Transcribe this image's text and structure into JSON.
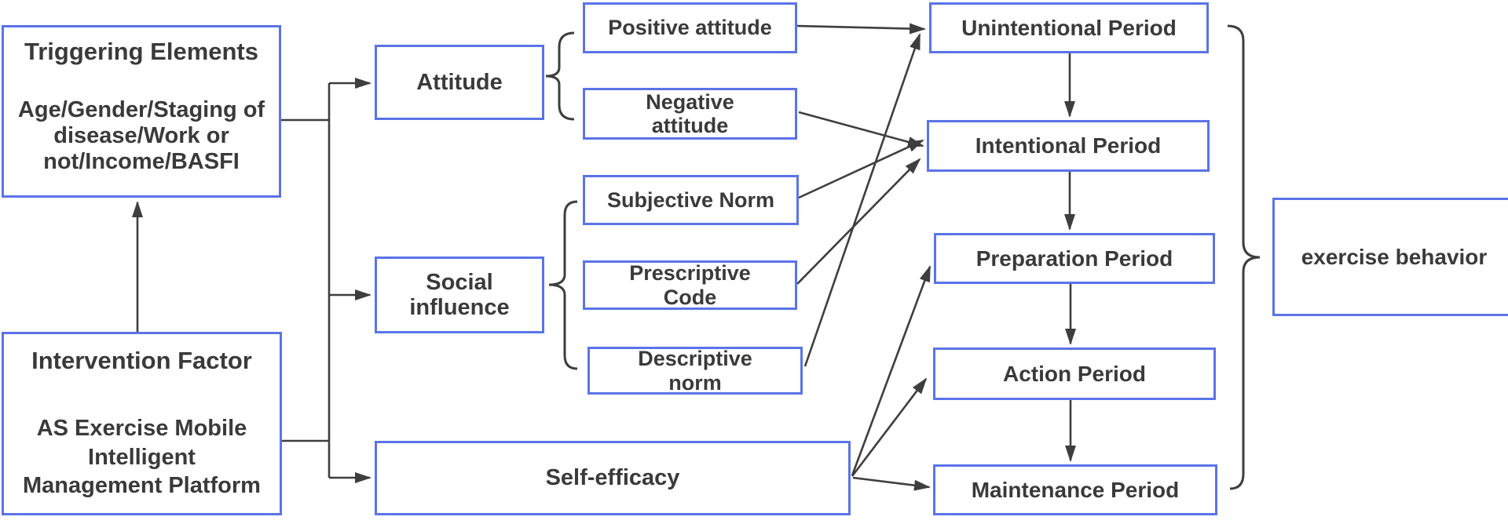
{
  "diagram": {
    "colors": {
      "box_border": "#5b73e8",
      "line": "#3e3e3e",
      "text": "#3a3a3a",
      "background": "#ffffff"
    },
    "triggering": {
      "title": "Triggering Elements",
      "body": [
        "Age/Gender/Staging of",
        "disease/Work or",
        "not/Income/BASFI"
      ]
    },
    "intervention": {
      "title": "Intervention Factor",
      "body": [
        "AS Exercise Mobile",
        "Intelligent",
        "Management Platform"
      ]
    },
    "mediators": {
      "attitude": "Attitude",
      "social_influence": [
        "Social",
        "influence"
      ],
      "self_efficacy": "Self-efficacy"
    },
    "attitude_components": {
      "positive": "Positive attitude",
      "negative": [
        "Negative",
        "attitude"
      ]
    },
    "social_components": {
      "subjective": "Subjective Norm",
      "prescriptive": [
        "Prescriptive",
        "Code"
      ],
      "descriptive": [
        "Descriptive",
        "norm"
      ]
    },
    "stages": {
      "unintentional": "Unintentional Period",
      "intentional": "Intentional Period",
      "preparation": "Preparation Period",
      "action": "Action Period",
      "maintenance": "Maintenance Period"
    },
    "outcome": "exercise behavior"
  }
}
